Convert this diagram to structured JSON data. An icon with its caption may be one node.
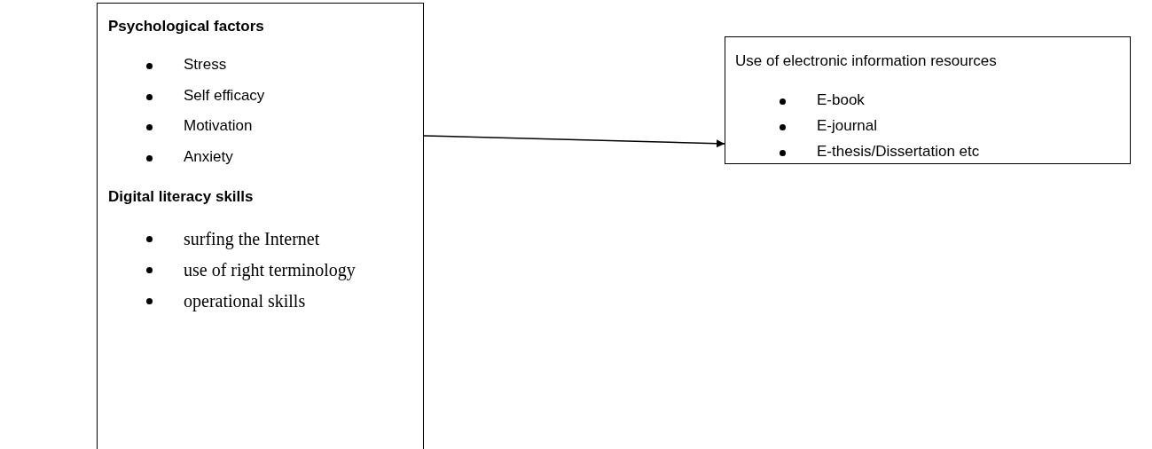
{
  "diagram": {
    "nodes": [
      {
        "text": [
          "Psychological factors",
          "Stress",
          "Self efficacy",
          "Motivation",
          "Anxiety",
          "Digital literacy skills",
          "surfing the Internet",
          "use of right terminology",
          "operational skills"
        ]
      },
      {
        "text": [
          "Use of electronic information resources",
          "E-book",
          "E-journal",
          "E-thesis/Dissertation etc"
        ]
      }
    ],
    "edges": [
      {
        "from": 0,
        "to": 1,
        "arrow": "to"
      }
    ]
  }
}
